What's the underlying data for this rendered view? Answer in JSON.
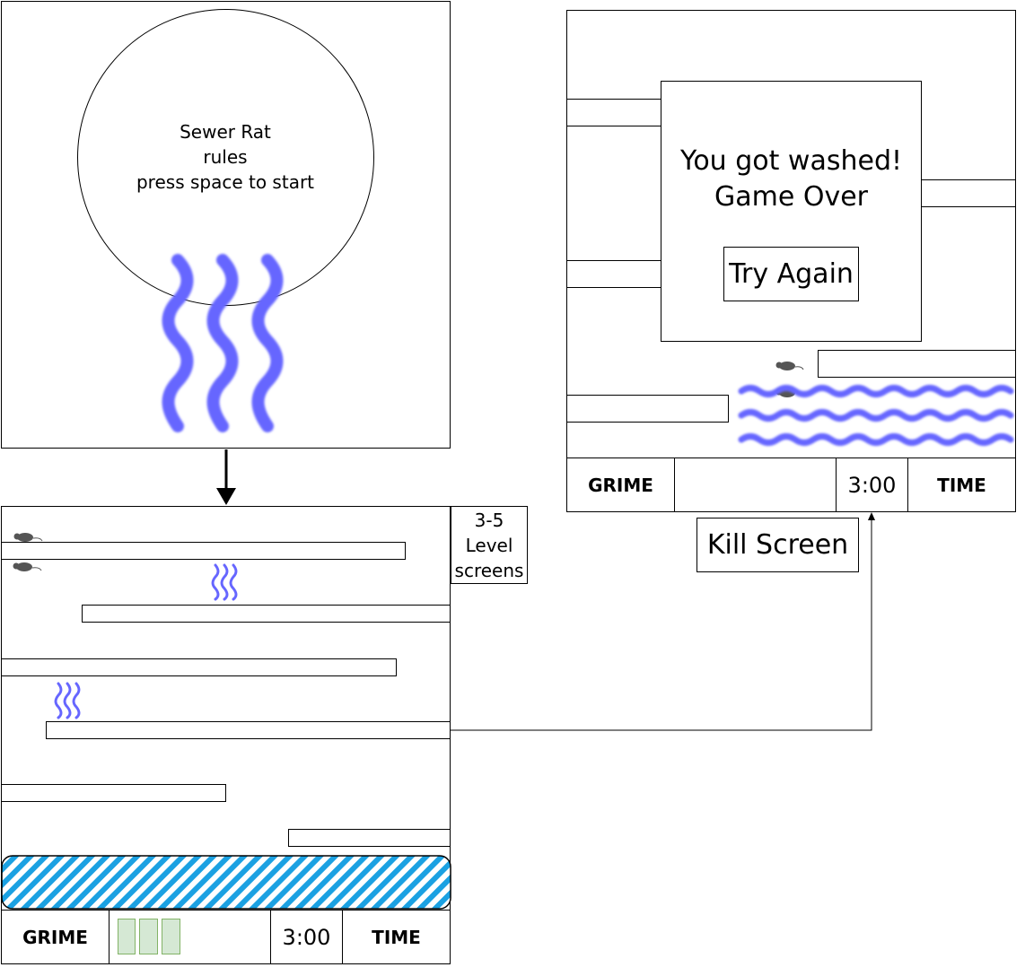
{
  "start_screen": {
    "line1": "Sewer Rat",
    "line2": "rules",
    "line3": "press space to start"
  },
  "level_screen": {
    "label": "3-5 Level screens",
    "hud": {
      "grime_label": "GRIME",
      "timer": "3:00",
      "time_label": "TIME"
    }
  },
  "kill_screen": {
    "dialog_line1": "You got washed!",
    "dialog_line2": "Game Over",
    "try_again_label": "Try Again",
    "caption": "Kill Screen",
    "hud": {
      "grime_label": "GRIME",
      "timer": "3:00",
      "time_label": "TIME"
    }
  },
  "colors": {
    "water": "#6666ff",
    "flood_stripe": "#1ba1e2",
    "grime_fill": "#d5e8d4",
    "grime_border": "#82b366",
    "rat": "#555555"
  }
}
